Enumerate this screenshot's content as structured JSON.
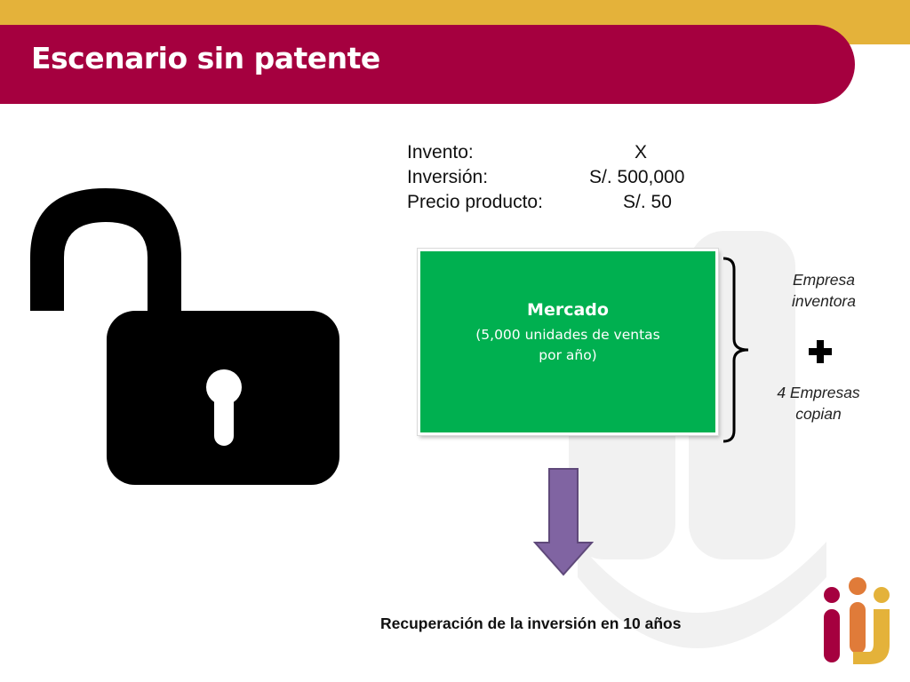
{
  "slide": {
    "title": "Escenario sin patente"
  },
  "info": [
    {
      "label": "Invento:",
      "value": "X"
    },
    {
      "label": "Inversión:",
      "value": "S/. 500,000"
    },
    {
      "label": "Precio producto:",
      "value": "S/. 50"
    }
  ],
  "market": {
    "title": "Mercado",
    "subtitle_line1": "(5,000 unidades de ventas",
    "subtitle_line2": "por año)"
  },
  "side": {
    "company_line1": "Empresa",
    "company_line2": "inventora",
    "copiers_line1": "4 Empresas",
    "copiers_line2": "copian"
  },
  "result": {
    "text": "Recuperación de la inversión en 10 años"
  },
  "colors": {
    "header_red": "#a5003f",
    "header_gold": "#e4b23a",
    "market_green": "#00b050",
    "arrow_purple": "#8064a2"
  },
  "icons": [
    "unlocked-padlock-icon",
    "plus-icon",
    "down-arrow-icon",
    "brand-logo-icon"
  ]
}
